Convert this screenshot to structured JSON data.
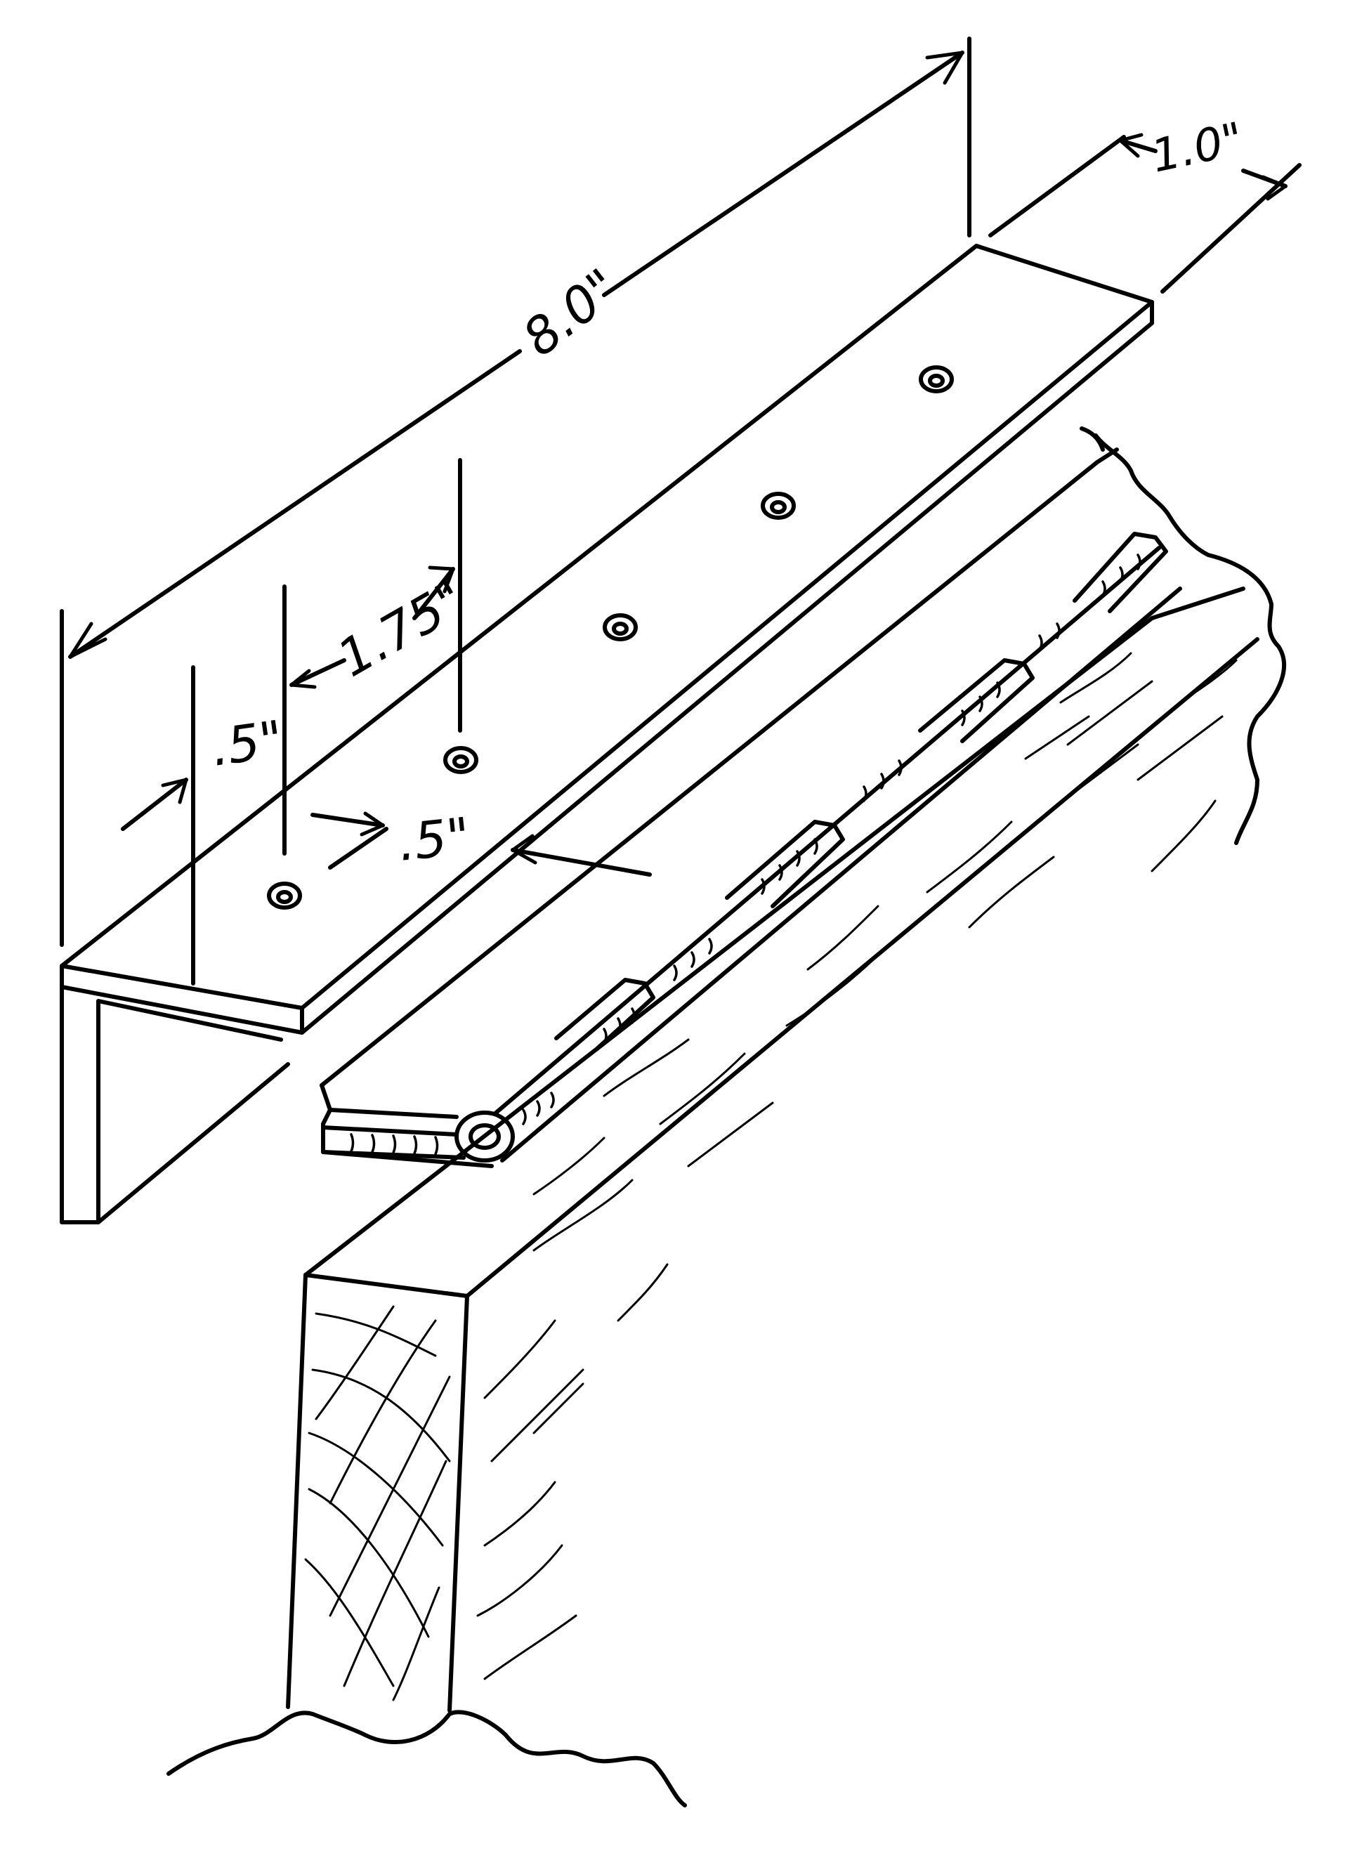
{
  "dimensions": {
    "length": "8.0\"",
    "width": "1.0\"",
    "hole_spacing": "1.75\"",
    "end_offset": ".5\"",
    "edge_offset": ".5\""
  },
  "colors": {
    "ink": "#000000",
    "paper": "#ffffff"
  }
}
